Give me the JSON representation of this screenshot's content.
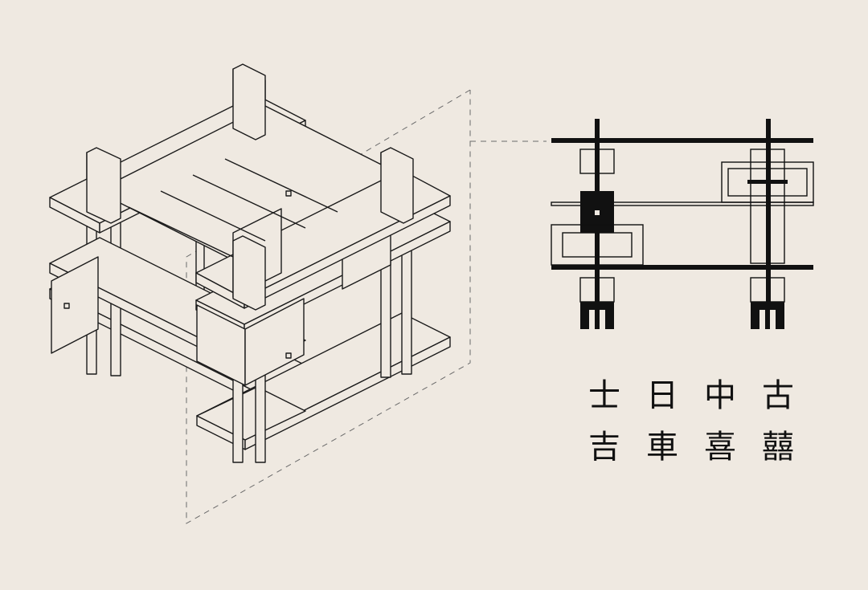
{
  "glyph_rows": [
    [
      "士",
      "日",
      "中",
      "古"
    ],
    [
      "吉",
      "車",
      "喜",
      "囍"
    ]
  ],
  "colors": {
    "background": "#efe9e1",
    "ink": "#111111",
    "dash": "#6a6a6a"
  }
}
